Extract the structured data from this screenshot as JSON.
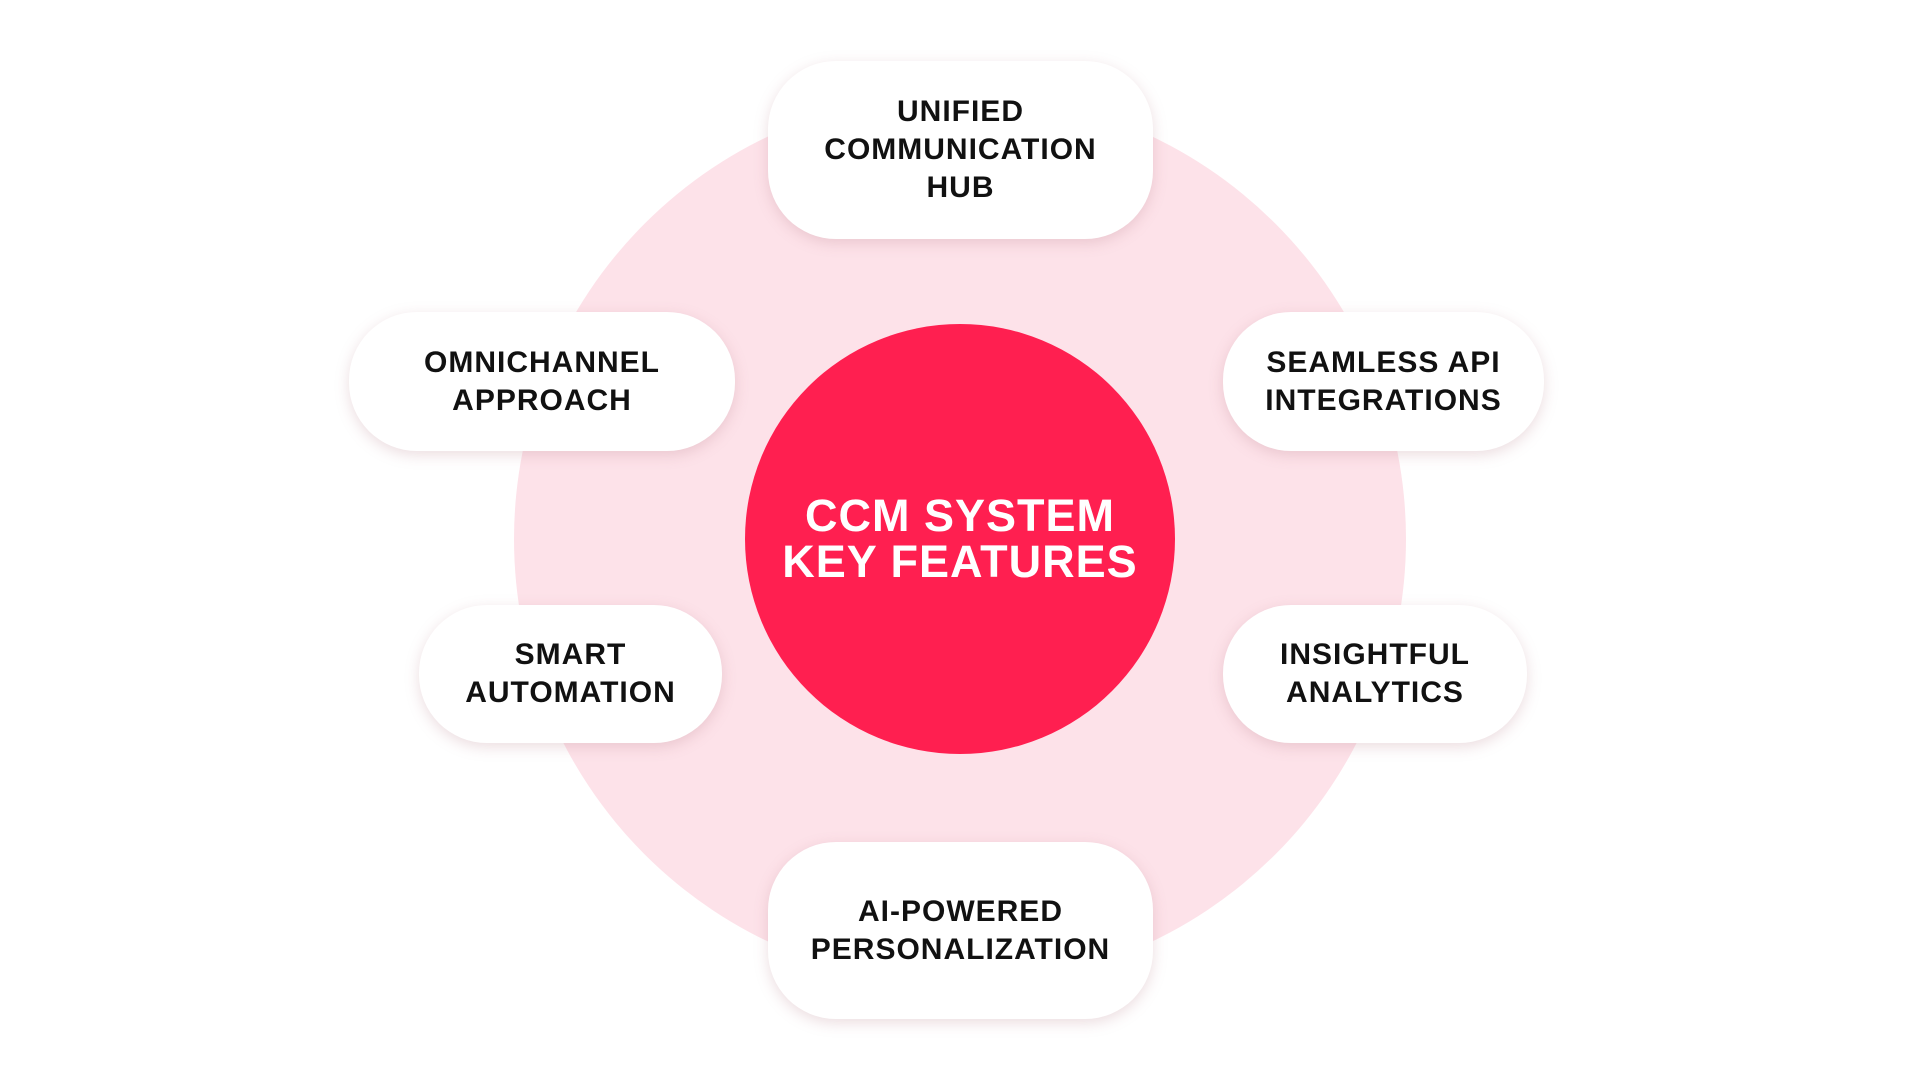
{
  "center": {
    "title": "CCM SYSTEM\nKEY FEATURES"
  },
  "features": [
    "UNIFIED\nCOMMUNICATION\nHUB",
    "OMNICHANNEL\nAPPROACH",
    "SEAMLESS API\nINTEGRATIONS",
    "SMART\nAUTOMATION",
    "INSIGHTFUL\nANALYTICS",
    "AI-POWERED\nPERSONALIZATION"
  ],
  "colors": {
    "accent": "#ff1f50",
    "halo": "#fde2e9",
    "box": "#ffffff",
    "text": "#111111"
  }
}
